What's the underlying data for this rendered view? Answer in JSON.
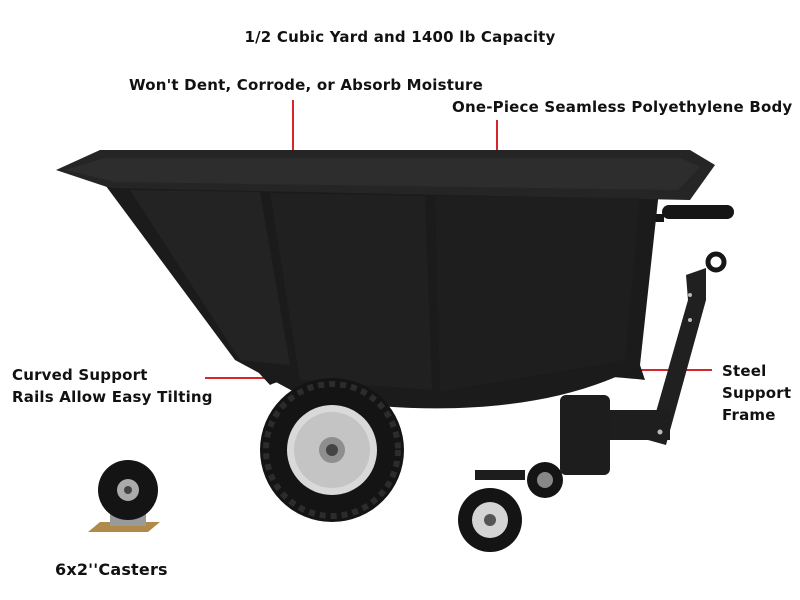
{
  "title": "1/2 Cubic Yard and 1400 lb Capacity",
  "callouts": {
    "dent": "Won't Dent, Corrode, or Absorb Moisture",
    "body": "One-Piece Seamless Polyethylene Body",
    "rails_line1": "Curved Support",
    "rails_line2": "Rails Allow Easy Tilting",
    "steel_line1": "Steel",
    "steel_line2": "Support",
    "steel_line3": "Frame",
    "casters": "6x2''Casters"
  },
  "colors": {
    "callout_line": "#d7262b",
    "body": "#1b1b1b",
    "background": "#ffffff"
  }
}
